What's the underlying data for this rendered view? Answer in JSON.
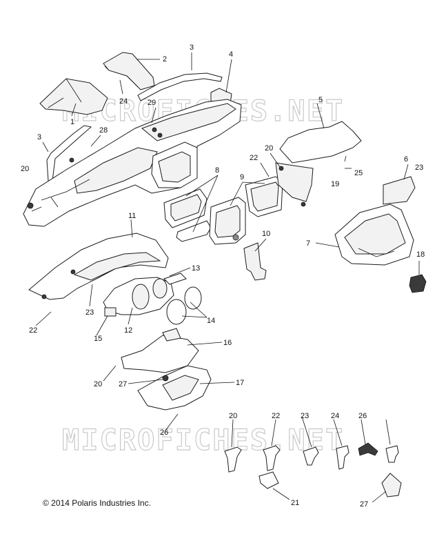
{
  "watermarks": [
    "MICROFICHES.NET",
    "MICROFICHES.NET"
  ],
  "copyright": "© 2014 Polaris Industries Inc.",
  "callouts": {
    "c1": "1",
    "c2": "2",
    "c3a": "3",
    "c3b": "3",
    "c4": "4",
    "c5": "5",
    "c6": "6",
    "c7": "7",
    "c8": "8",
    "c9": "9",
    "c10": "10",
    "c11": "11",
    "c12": "12",
    "c13": "13",
    "c14": "14",
    "c15": "15",
    "c16": "16",
    "c17": "17",
    "c18": "18",
    "c19": "19",
    "c20a": "20",
    "c20b": "20",
    "c20c": "20",
    "c20d": "20",
    "c21": "21",
    "c22a": "22",
    "c22b": "22",
    "c22c": "22",
    "c23a": "23",
    "c23b": "23",
    "c23c": "23",
    "c24a": "24",
    "c24b": "24",
    "c25": "25",
    "c26a": "26",
    "c26b": "26",
    "c27a": "27",
    "c27b": "27",
    "c28": "28",
    "c29": "29"
  }
}
